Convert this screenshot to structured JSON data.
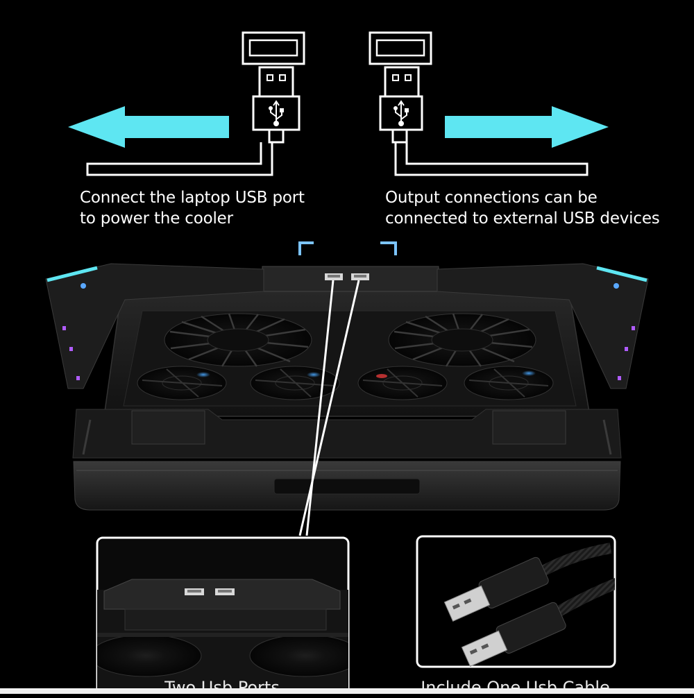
{
  "captions": {
    "left_line1": "Connect the laptop USB port",
    "left_line2": "to power the cooler",
    "right_line1": "Output connections can be",
    "right_line2": "connected to external USB devices"
  },
  "insets": {
    "ports_label": "Two Usb Ports",
    "cable_label": "Include One Usb Cable"
  },
  "icons": {
    "left_arrow": "arrow-left-icon",
    "right_arrow": "arrow-right-icon",
    "usb_symbol": "usb-symbol-icon",
    "usb_port": "usb-port-icon",
    "usb_plug": "usb-plug-icon"
  },
  "colors": {
    "background": "#000000",
    "arrow": "#5ee6f2",
    "accent_glow": "#3aa0ff",
    "led_purple": "#b05cff",
    "text": "#ffffff",
    "line": "#ffffff"
  }
}
